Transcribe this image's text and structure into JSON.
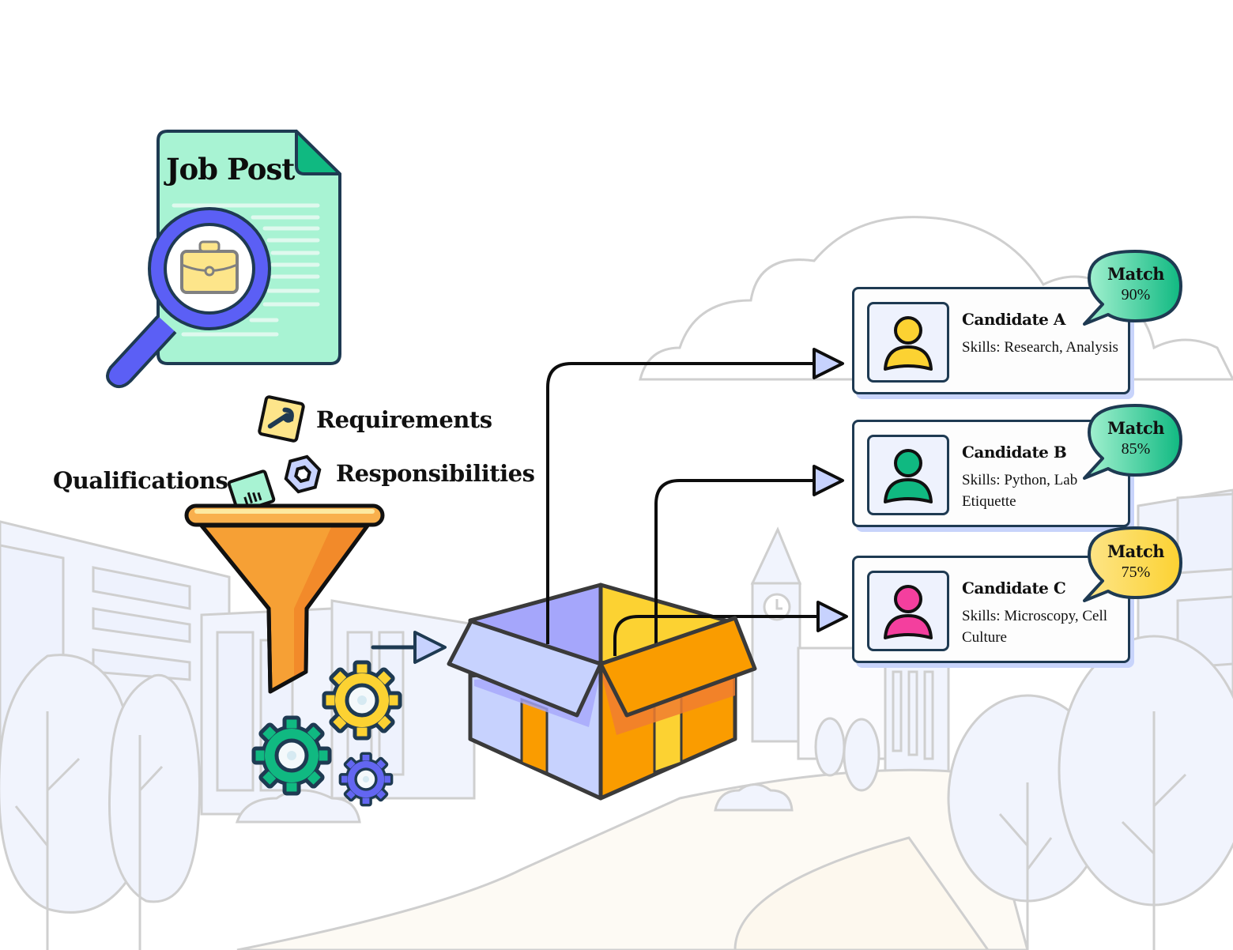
{
  "job_post": {
    "title": "Job Post",
    "icon": "magnifier-briefcase-icon",
    "colors": {
      "paper": "#a8f3d3",
      "fold": "#10b981",
      "lens": "#5b5ff5",
      "briefcase": "#fde58a"
    }
  },
  "inputs": {
    "requirements": {
      "label": "Requirements",
      "icon": "wrench-icon"
    },
    "responsibilities": {
      "label": "Responsibilities",
      "icon": "hex-nut-icon"
    },
    "qualifications": {
      "label": "Qualifications",
      "icon": "certificate-icon"
    }
  },
  "process": {
    "funnel_color": "#f6a035",
    "gear_colors": [
      "#fcd34d",
      "#10b981",
      "#6366f1"
    ],
    "box_colors": {
      "left": "#c7d2fe",
      "left_inner": "#a5a6fb",
      "right": "#fa9c00",
      "right_inner": "#fcd232"
    }
  },
  "candidates": [
    {
      "name": "Candidate A",
      "skills": "Skills: Research, Analysis",
      "match_label": "Match",
      "match_value": "90%",
      "avatar_color": "#fcd232",
      "bubble_color": "#34d399"
    },
    {
      "name": "Candidate B",
      "skills": "Skills: Python, Lab Etiquette",
      "match_label": "Match",
      "match_value": "85%",
      "avatar_color": "#10b981",
      "bubble_color": "#34d399"
    },
    {
      "name": "Candidate C",
      "skills": "Skills: Microscopy, Cell Culture",
      "match_label": "Match",
      "match_value": "75%",
      "avatar_color": "#f43f9e",
      "bubble_color": "#fcd34d"
    }
  ]
}
